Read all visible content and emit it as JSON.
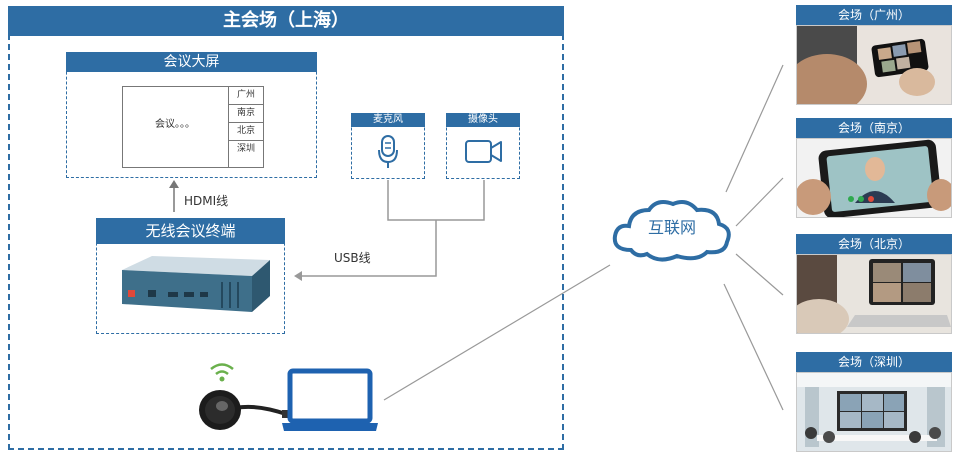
{
  "main_title": "主会场（上海）",
  "screen": {
    "title": "会议大屏",
    "content_text": "会议。。。",
    "cities": [
      "广州",
      "南京",
      "北京",
      "深圳"
    ]
  },
  "hdmi_label": "HDMI线",
  "terminal_title": "无线会议终端",
  "usb_label": "USB线",
  "mic_title": "麦克风",
  "camera_title": "摄像头",
  "internet_label": "互联网",
  "sites": [
    {
      "title": "会场（广州）"
    },
    {
      "title": "会场（南京）"
    },
    {
      "title": "会场（北京）"
    },
    {
      "title": "会场（深圳）"
    }
  ],
  "colors": {
    "accent": "#2e6da4",
    "wifi": "#6ab04c",
    "laptop": "#1e62b0"
  },
  "icons": [
    "microphone-icon",
    "video-camera-icon",
    "wifi-icon",
    "laptop-icon",
    "cloud-icon",
    "mini-pc-icon",
    "wireless-dongle-icon"
  ]
}
